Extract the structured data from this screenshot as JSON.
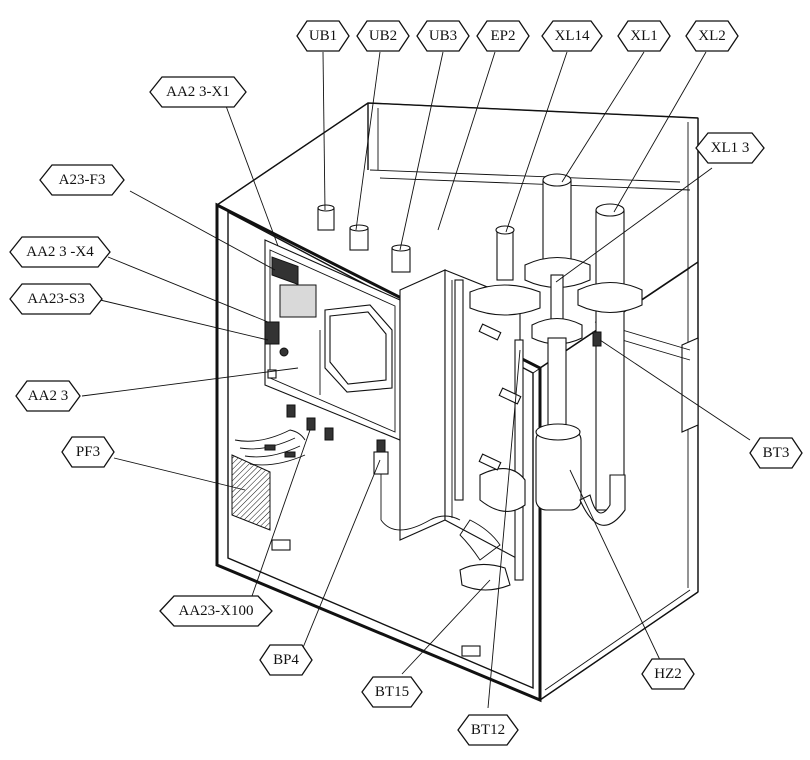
{
  "labels": {
    "UB1": "UB1",
    "UB2": "UB2",
    "UB3": "UB3",
    "EP2": "EP2",
    "XL14": "XL14",
    "XL1": "XL1",
    "XL2": "XL2",
    "XL13": "XL1 3",
    "AA23_X1": "AA2 3-X1",
    "A23_F3": "A23-F3",
    "AA23_X4": "AA2 3 -X4",
    "AA23_S3": "AA23-S3",
    "AA23": "AA2 3",
    "PF3": "PF3",
    "AA23_X100": "AA23-X100",
    "BP4": "BP4",
    "BT15": "BT15",
    "BT12": "BT12",
    "HZ2": "HZ2",
    "BT3": "BT3"
  }
}
